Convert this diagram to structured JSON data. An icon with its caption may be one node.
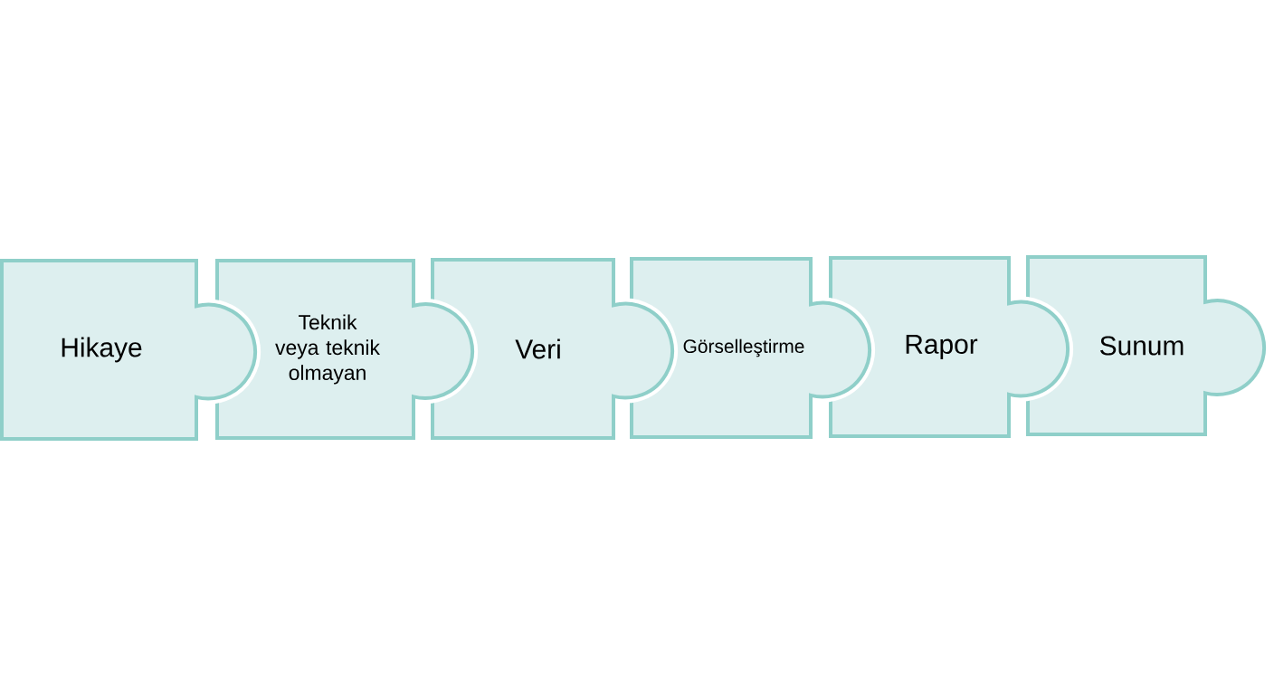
{
  "diagram": {
    "nodes": [
      {
        "text": [
          "Hikaye"
        ]
      },
      {
        "text": [
          "Teknik veya teknik olmayan"
        ]
      },
      {
        "text": [
          "Veri"
        ]
      },
      {
        "text": [
          "Görselleştirme"
        ]
      },
      {
        "text": [
          "Rapor"
        ]
      },
      {
        "text": [
          "Sunum"
        ]
      }
    ]
  }
}
